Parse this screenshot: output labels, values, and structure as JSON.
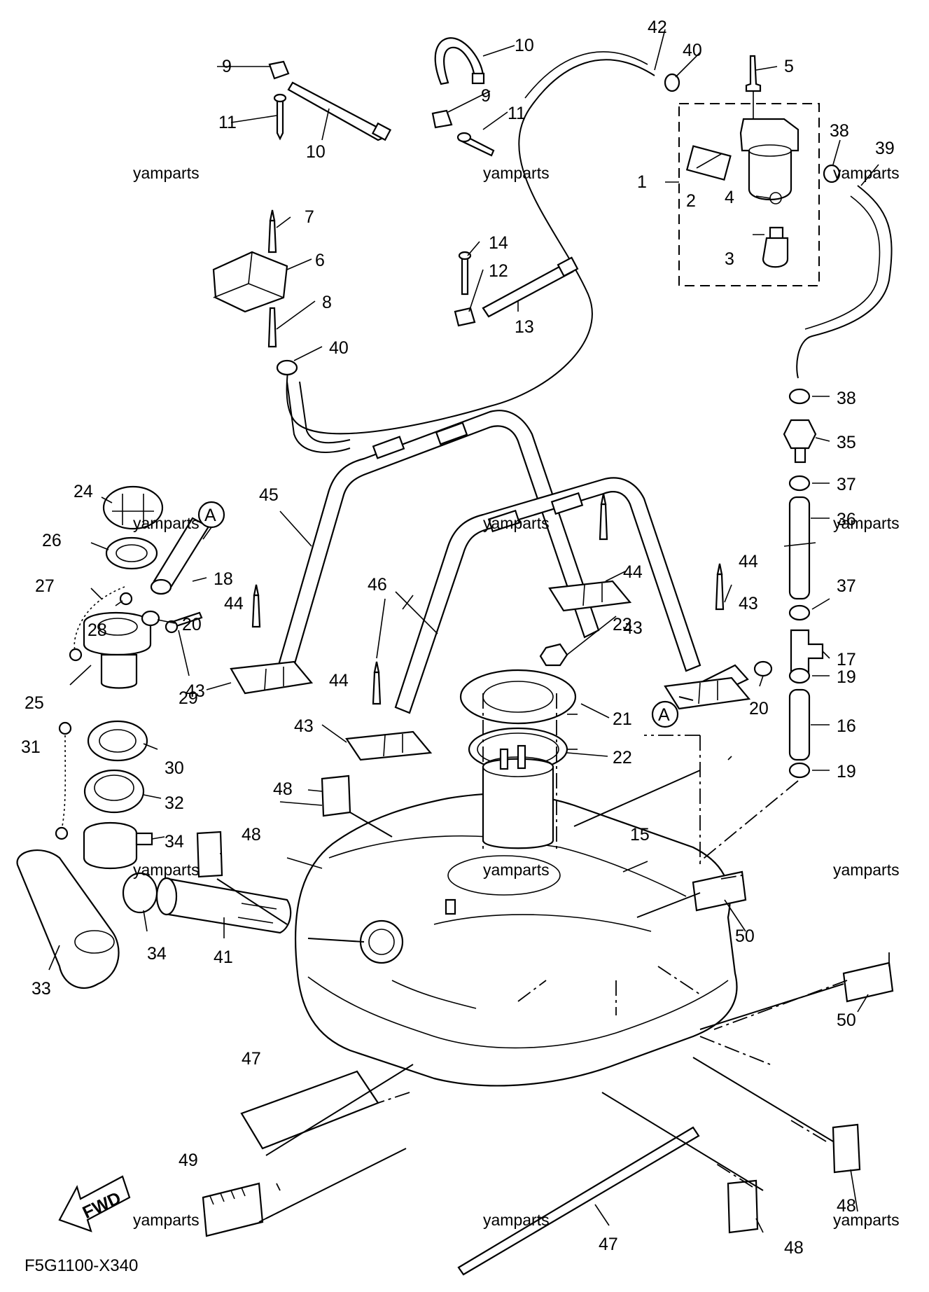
{
  "diagram": {
    "code": "F5G1100-X340",
    "fwd_label": "FWD",
    "watermark": "yamparts",
    "ref_marker": "A"
  },
  "callouts": {
    "c1": "1",
    "c2": "2",
    "c3": "3",
    "c4": "4",
    "c5": "5",
    "c6": "6",
    "c7": "7",
    "c8": "8",
    "c9a": "9",
    "c9b": "9",
    "c10a": "10",
    "c10b": "10",
    "c11a": "11",
    "c11b": "11",
    "c12": "12",
    "c13": "13",
    "c14": "14",
    "c15": "15",
    "c16": "16",
    "c17": "17",
    "c18": "18",
    "c19a": "19",
    "c19b": "19",
    "c20a": "20",
    "c20b": "20",
    "c21": "21",
    "c22": "22",
    "c23": "23",
    "c24": "24",
    "c25": "25",
    "c26": "26",
    "c27": "27",
    "c28": "28",
    "c29": "29",
    "c30": "30",
    "c31": "31",
    "c32": "32",
    "c33": "33",
    "c34a": "34",
    "c34b": "34",
    "c35": "35",
    "c36": "36",
    "c37a": "37",
    "c37b": "37",
    "c38a": "38",
    "c38b": "38",
    "c39": "39",
    "c40a": "40",
    "c40b": "40",
    "c41": "41",
    "c42": "42",
    "c43a": "43",
    "c43b": "43",
    "c43c": "43",
    "c43d": "43",
    "c44a": "44",
    "c44b": "44",
    "c44c": "44",
    "c44d": "44",
    "c45": "45",
    "c46": "46",
    "c47a": "47",
    "c47b": "47",
    "c48a": "48",
    "c48b": "48",
    "c48c": "48",
    "c48d": "48",
    "c49": "49",
    "c50a": "50",
    "c50b": "50"
  }
}
